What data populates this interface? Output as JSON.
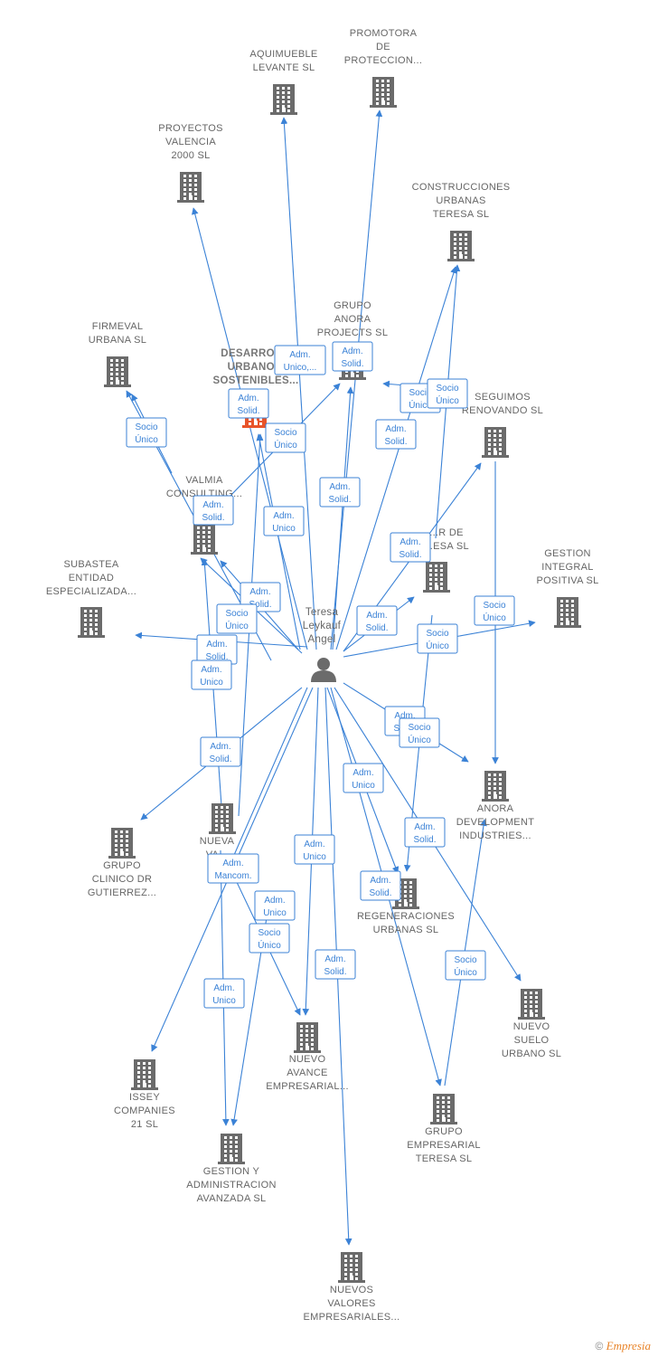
{
  "center": {
    "id": "teresa",
    "label_lines": [
      "Teresa",
      "Leykauf",
      "Angel"
    ]
  },
  "nodes": [
    {
      "id": "aquimueble",
      "label_lines": [
        "AQUIMUEBLE",
        "LEVANTE SL"
      ]
    },
    {
      "id": "promotora",
      "label_lines": [
        "PROMOTORA",
        "DE",
        "PROTECCION..."
      ]
    },
    {
      "id": "proyectos",
      "label_lines": [
        "PROYECTOS",
        "VALENCIA",
        "2000 SL"
      ]
    },
    {
      "id": "construcciones",
      "label_lines": [
        "CONSTRUCCIONES",
        "URBANAS",
        "TERESA SL"
      ]
    },
    {
      "id": "grupoanora",
      "label_lines": [
        "GRUPO",
        "ANORA",
        "PROJECTS SL"
      ]
    },
    {
      "id": "desarrollos",
      "label_lines": [
        "DESARROL...",
        "URBANO...",
        "SOSTENIBLES..."
      ],
      "highlight": true
    },
    {
      "id": "firmeval",
      "label_lines": [
        "FIRMEVAL",
        "URBANA SL"
      ]
    },
    {
      "id": "seguimos",
      "label_lines": [
        "SEGUIMOS",
        "RENOVANDO SL"
      ]
    },
    {
      "id": "valmia",
      "label_lines": [
        "VALMIA",
        "CONSULTING..."
      ]
    },
    {
      "id": "gestor",
      "label_lines": [
        "...R DE",
        "...ESA SL"
      ]
    },
    {
      "id": "gestionintegral",
      "label_lines": [
        "GESTION",
        "INTEGRAL",
        "POSITIVA SL"
      ]
    },
    {
      "id": "subastea",
      "label_lines": [
        "SUBASTEA",
        "ENTIDAD",
        "ESPECIALIZADA..."
      ]
    },
    {
      "id": "anoradev",
      "label_lines": [
        "ANORA",
        "DEVELOPMENT",
        "INDUSTRIES..."
      ]
    },
    {
      "id": "grupoclinico",
      "label_lines": [
        "GRUPO",
        "CLINICO DR",
        "GUTIERREZ..."
      ]
    },
    {
      "id": "nuevava",
      "label_lines": [
        "NUEVA",
        "VA..."
      ]
    },
    {
      "id": "regeneraciones",
      "label_lines": [
        "REGENERACIONES",
        "URBANAS SL"
      ]
    },
    {
      "id": "nuevosuelo",
      "label_lines": [
        "NUEVO",
        "SUELO",
        "URBANO SL"
      ]
    },
    {
      "id": "nuevoavance",
      "label_lines": [
        "NUEVO",
        "AVANCE",
        "EMPRESARIAL..."
      ]
    },
    {
      "id": "issey",
      "label_lines": [
        "ISSEY",
        "COMPANIES",
        "21 SL"
      ]
    },
    {
      "id": "grupoempresarial",
      "label_lines": [
        "GRUPO",
        "EMPRESARIAL",
        "TERESA SL"
      ]
    },
    {
      "id": "gestionadmin",
      "label_lines": [
        "GESTION Y",
        "ADMINISTRACION",
        "AVANZADA SL"
      ]
    },
    {
      "id": "nuevosvalores",
      "label_lines": [
        "NUEVOS",
        "VALORES",
        "EMPRESARIALES..."
      ]
    }
  ],
  "badges": [
    {
      "lines": [
        "Adm.",
        "Unico,..."
      ]
    },
    {
      "lines": [
        "Adm.",
        "Solid."
      ]
    },
    {
      "lines": [
        "Adm.",
        "Solid."
      ]
    },
    {
      "lines": [
        "Socio",
        "Único"
      ]
    },
    {
      "lines": [
        "Socio",
        "Único"
      ]
    },
    {
      "lines": [
        "Socio",
        "Único"
      ]
    },
    {
      "lines": [
        "Socio",
        "Único"
      ]
    },
    {
      "lines": [
        "Adm.",
        "Solid."
      ]
    },
    {
      "lines": [
        "Adm.",
        "Solid."
      ]
    },
    {
      "lines": [
        "Adm.",
        "Solid."
      ]
    },
    {
      "lines": [
        "Adm.",
        "Unico"
      ]
    },
    {
      "lines": [
        "Adm.",
        "Solid."
      ]
    },
    {
      "lines": [
        "Adm.",
        "Solid."
      ]
    },
    {
      "lines": [
        "Socio",
        "Único"
      ]
    },
    {
      "lines": [
        "Adm.",
        "Solid."
      ]
    },
    {
      "lines": [
        "Socio",
        "Único"
      ]
    },
    {
      "lines": [
        "Adm.",
        "Solid."
      ]
    },
    {
      "lines": [
        "Adm.",
        "Unico"
      ]
    },
    {
      "lines": [
        "Socio",
        "Único"
      ]
    },
    {
      "lines": [
        "Adm.",
        "Solid."
      ]
    },
    {
      "lines": [
        "Adm.",
        "Solid."
      ]
    },
    {
      "lines": [
        "Socio",
        "Único"
      ]
    },
    {
      "lines": [
        "Adm.",
        "Unico"
      ]
    },
    {
      "lines": [
        "Adm.",
        "Solid."
      ]
    },
    {
      "lines": [
        "Adm.",
        "Mancom."
      ]
    },
    {
      "lines": [
        "Adm.",
        "Unico"
      ]
    },
    {
      "lines": [
        "Adm.",
        "Unico"
      ]
    },
    {
      "lines": [
        "Socio",
        "Único"
      ]
    },
    {
      "lines": [
        "Adm.",
        "Solid."
      ]
    },
    {
      "lines": [
        "Adm.",
        "Unico"
      ]
    },
    {
      "lines": [
        "Socio",
        "Único"
      ]
    },
    {
      "lines": [
        "Adm.",
        "Solid."
      ]
    }
  ],
  "footer": {
    "copyright": "©",
    "brand": "Empresia"
  },
  "colors": {
    "edge": "#3b82d6",
    "building": "#6b6b6b",
    "highlight": "#e8542a",
    "text": "#666666"
  }
}
